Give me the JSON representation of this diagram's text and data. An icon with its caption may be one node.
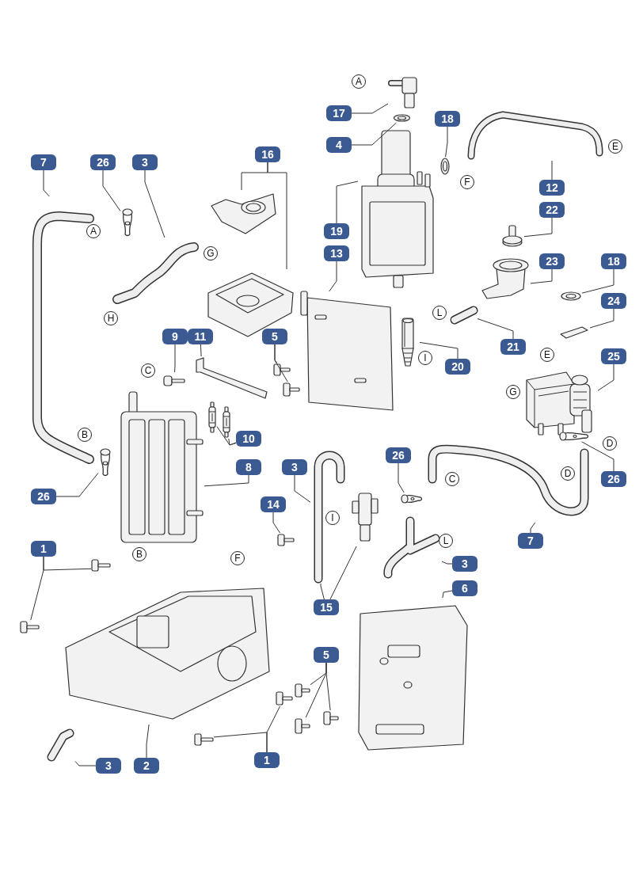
{
  "diagram": {
    "nodes": [
      {
        "text": [
          "17"
        ]
      },
      {
        "text": [
          "4"
        ]
      },
      {
        "text": [
          "18"
        ]
      },
      {
        "text": [
          "12"
        ]
      },
      {
        "text": [
          "7"
        ]
      },
      {
        "text": [
          "26"
        ]
      },
      {
        "text": [
          "3"
        ]
      },
      {
        "text": [
          "16"
        ]
      },
      {
        "text": [
          "19"
        ]
      },
      {
        "text": [
          "22"
        ]
      },
      {
        "text": [
          "13"
        ]
      },
      {
        "text": [
          "23"
        ]
      },
      {
        "text": [
          "18"
        ]
      },
      {
        "text": [
          "24"
        ]
      },
      {
        "text": [
          "9"
        ]
      },
      {
        "text": [
          "11"
        ]
      },
      {
        "text": [
          "5"
        ]
      },
      {
        "text": [
          "21"
        ]
      },
      {
        "text": [
          "20"
        ]
      },
      {
        "text": [
          "25"
        ]
      },
      {
        "text": [
          "10"
        ]
      },
      {
        "text": [
          "26"
        ]
      },
      {
        "text": [
          "8"
        ]
      },
      {
        "text": [
          "3"
        ]
      },
      {
        "text": [
          "26"
        ]
      },
      {
        "text": [
          "26"
        ]
      },
      {
        "text": [
          "14"
        ]
      },
      {
        "text": [
          "7"
        ]
      },
      {
        "text": [
          "1"
        ]
      },
      {
        "text": [
          "3"
        ]
      },
      {
        "text": [
          "6"
        ]
      },
      {
        "text": [
          "15"
        ]
      },
      {
        "text": [
          "5"
        ]
      },
      {
        "text": [
          "3"
        ]
      },
      {
        "text": [
          "2"
        ]
      },
      {
        "text": [
          "1"
        ]
      },
      {
        "text": [],
        "shape": "picture"
      },
      {
        "text": [],
        "shape": "picture"
      },
      {
        "text": [],
        "shape": "picture"
      },
      {
        "text": [],
        "shape": "picture"
      },
      {
        "text": [],
        "shape": "picture"
      },
      {
        "text": [],
        "shape": "picture"
      },
      {
        "text": [],
        "shape": "picture"
      },
      {
        "text": [],
        "shape": "picture"
      },
      {
        "text": [],
        "shape": "picture"
      },
      {
        "text": [],
        "shape": "picture"
      },
      {
        "text": [],
        "shape": "picture"
      },
      {
        "text": [],
        "shape": "picture"
      },
      {
        "text": [],
        "shape": "picture"
      },
      {
        "text": [],
        "shape": "picture"
      },
      {
        "text": [],
        "shape": "picture"
      },
      {
        "text": [],
        "shape": "picture"
      },
      {
        "text": [],
        "shape": "picture"
      },
      {
        "text": [],
        "shape": "picture"
      },
      {
        "text": [],
        "shape": "picture"
      },
      {
        "text": [],
        "shape": "picture"
      },
      {
        "text": [],
        "shape": "picture"
      },
      {
        "text": [],
        "shape": "picture"
      },
      {
        "text": [],
        "shape": "picture"
      },
      {
        "text": [],
        "shape": "picture"
      },
      {
        "text": [],
        "shape": "picture"
      },
      {
        "text": [],
        "shape": "picture"
      },
      {
        "text": [],
        "shape": "picture"
      },
      {
        "text": [],
        "shape": "picture"
      },
      {
        "text": [],
        "shape": "picture"
      },
      {
        "text": [],
        "shape": "picture"
      },
      {
        "text": [],
        "shape": "picture"
      },
      {
        "text": [],
        "shape": "picture"
      },
      {
        "text": [],
        "shape": "picture"
      },
      {
        "text": [],
        "shape": "picture"
      },
      {
        "text": [],
        "shape": "picture"
      },
      {
        "text": [],
        "shape": "picture"
      },
      {
        "text": [],
        "shape": "picture"
      },
      {
        "text": [],
        "shape": "picture"
      },
      {
        "text": [],
        "shape": "picture"
      },
      {
        "text": [],
        "shape": "picture"
      },
      {
        "text": [],
        "shape": "picture"
      },
      {
        "text": [],
        "shape": "picture"
      },
      {
        "text": [],
        "shape": "picture"
      }
    ],
    "edges": [
      {
        "from": 0,
        "to": 36,
        "arrow": "none"
      },
      {
        "from": 1,
        "to": 37,
        "arrow": "none"
      },
      {
        "from": 2,
        "to": 39,
        "arrow": "none"
      },
      {
        "from": 3,
        "to": 38,
        "arrow": "none"
      },
      {
        "from": 4,
        "to": 40,
        "arrow": "none"
      },
      {
        "from": 5,
        "to": 41,
        "arrow": "none"
      },
      {
        "from": 6,
        "to": 42,
        "arrow": "none"
      },
      {
        "from": 7,
        "to": 43,
        "arrow": "none"
      },
      {
        "from": 7,
        "to": 44,
        "arrow": "none"
      },
      {
        "from": 8,
        "to": 45,
        "arrow": "none"
      },
      {
        "from": 9,
        "to": 46,
        "arrow": "none"
      },
      {
        "from": 10,
        "to": 47,
        "arrow": "none"
      },
      {
        "from": 11,
        "to": 48,
        "arrow": "none"
      },
      {
        "from": 12,
        "to": 49,
        "arrow": "none"
      },
      {
        "from": 13,
        "to": 51,
        "arrow": "none"
      },
      {
        "from": 14,
        "to": 52,
        "arrow": "none"
      },
      {
        "from": 15,
        "to": 53,
        "arrow": "none"
      },
      {
        "from": 16,
        "to": 54,
        "arrow": "none"
      },
      {
        "from": 16,
        "to": 55,
        "arrow": "none"
      },
      {
        "from": 17,
        "to": 50,
        "arrow": "none"
      },
      {
        "from": 18,
        "to": 56,
        "arrow": "none"
      },
      {
        "from": 19,
        "to": 57,
        "arrow": "none"
      },
      {
        "from": 20,
        "to": 58,
        "arrow": "none"
      },
      {
        "from": 20,
        "to": 59,
        "arrow": "none"
      },
      {
        "from": 21,
        "to": 60,
        "arrow": "none"
      },
      {
        "from": 22,
        "to": 61,
        "arrow": "none"
      },
      {
        "from": 23,
        "to": 62,
        "arrow": "none"
      },
      {
        "from": 24,
        "to": 63,
        "arrow": "none"
      },
      {
        "from": 25,
        "to": 65,
        "arrow": "none"
      },
      {
        "from": 26,
        "to": 66,
        "arrow": "none"
      },
      {
        "from": 27,
        "to": 64,
        "arrow": "none"
      },
      {
        "from": 28,
        "to": 67,
        "arrow": "none"
      },
      {
        "from": 28,
        "to": 68,
        "arrow": "none"
      },
      {
        "from": 29,
        "to": 69,
        "arrow": "none"
      },
      {
        "from": 30,
        "to": 71,
        "arrow": "none"
      },
      {
        "from": 31,
        "to": 70,
        "arrow": "none"
      },
      {
        "from": 31,
        "to": 62,
        "arrow": "none"
      },
      {
        "from": 32,
        "to": 72,
        "arrow": "none"
      },
      {
        "from": 32,
        "to": 73,
        "arrow": "none"
      },
      {
        "from": 32,
        "to": 74,
        "arrow": "none"
      },
      {
        "from": 33,
        "to": 75,
        "arrow": "none"
      },
      {
        "from": 34,
        "to": 76,
        "arrow": "none"
      },
      {
        "from": 35,
        "to": 77,
        "arrow": "none"
      },
      {
        "from": 35,
        "to": 78,
        "arrow": "none"
      }
    ],
    "labels": [
      "A",
      "E",
      "F",
      "A",
      "G",
      "H",
      "L",
      "I",
      "E",
      "G",
      "C",
      "D",
      "B",
      "D",
      "C",
      "I",
      "L",
      "B",
      "F"
    ]
  }
}
